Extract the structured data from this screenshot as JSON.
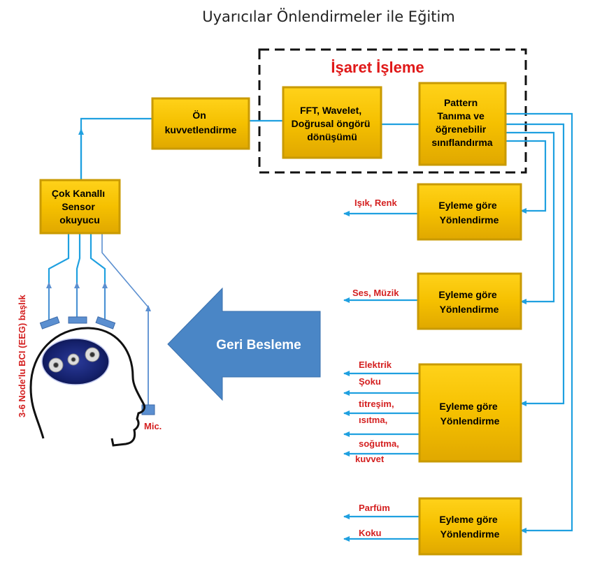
{
  "title": "Uyarıcılar Önlendirmeler ile Eğitim",
  "signal_processing": {
    "title": "İşaret İşleme"
  },
  "boxes": {
    "preamp": [
      "Ön",
      "kuvvetlendirme"
    ],
    "fft": [
      "FFT, Wavelet,",
      "Doğrusal öngörü",
      "dönüşümü"
    ],
    "pattern": [
      "Pattern",
      "Tanıma ve",
      "öğrenebilir",
      "sınıflandırma"
    ],
    "sensor": [
      "Çok Kanallı",
      "Sensor",
      "okuyucu"
    ],
    "action_1": [
      "Eyleme göre",
      "Yönlendirme"
    ],
    "action_2": [
      "Eyleme göre",
      "Yönlendirme"
    ],
    "action_3": [
      "Eyleme göre",
      "Yönlendirme"
    ],
    "action_4": [
      "Eyleme göre",
      "Yönlendirme"
    ]
  },
  "outputs": {
    "light_color": "Işık, Renk",
    "sound_music": "Ses, Müzik",
    "electric_1": "Elektrik",
    "electric_2": "Şoku",
    "vibration": "titreşim,",
    "heating": "ısıtma,",
    "cooling": "soğutma,",
    "force": "kuvvet",
    "perfume": "Parfüm",
    "smell": "Koku"
  },
  "feedback": "Geri Besleme",
  "headset_label": "3-6 Node'lu BCI (EEG) başlık",
  "mic_label": "Mic.",
  "colors": {
    "box": "#f2c200",
    "box_edge": "#c99a00",
    "wire": "#1fa0e0",
    "label_red": "#d42020",
    "arrow": "#4a86c6"
  }
}
